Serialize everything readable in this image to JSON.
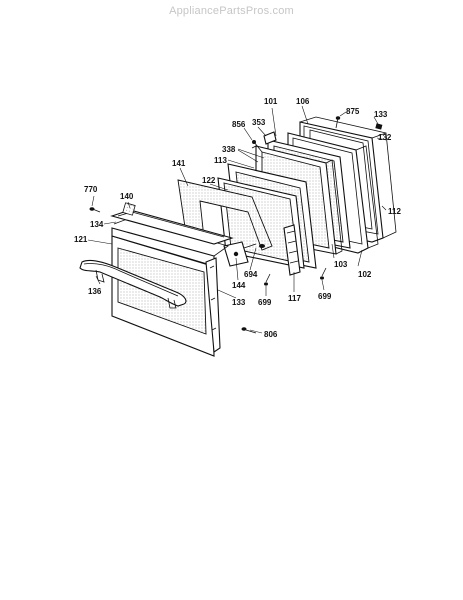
{
  "watermark": "AppliancePartsPros.com",
  "labels": {
    "l101": "101",
    "l106": "106",
    "l875": "875",
    "l133a": "133",
    "l856": "856",
    "l353": "353",
    "l132": "132",
    "l338": "338",
    "l113": "113",
    "l141": "141",
    "l122": "122",
    "l112": "112",
    "l770": "770",
    "l140": "140",
    "l134": "134",
    "l121": "121",
    "l103": "103",
    "l102": "102",
    "l694": "694",
    "l144": "144",
    "l136": "136",
    "l133b": "133",
    "l699a": "699",
    "l117": "117",
    "l699b": "699",
    "l806": "806"
  }
}
